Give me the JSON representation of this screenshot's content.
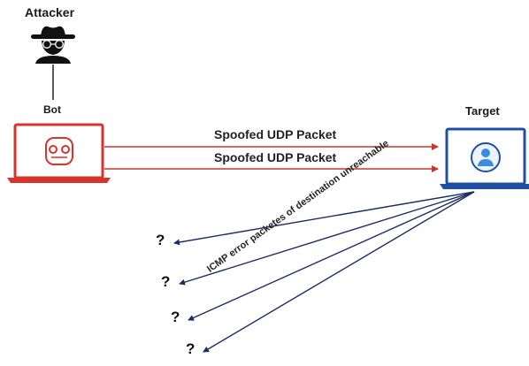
{
  "attacker": {
    "label": "Attacker",
    "icon": "attacker-hat-glasses-icon"
  },
  "bot": {
    "label": "Bot",
    "icon": "bot-robot-face-icon",
    "accent": "#d9342b"
  },
  "target": {
    "label": "Target",
    "icon": "user-avatar-icon",
    "accent": "#1f4fa3"
  },
  "packets": [
    "Spoofed UDP Packet",
    "Spoofed UDP Packet"
  ],
  "icmp": {
    "label": "ICMP error packetes of destination unreachable",
    "unknown_mark": "?",
    "arrow_count": 4
  }
}
